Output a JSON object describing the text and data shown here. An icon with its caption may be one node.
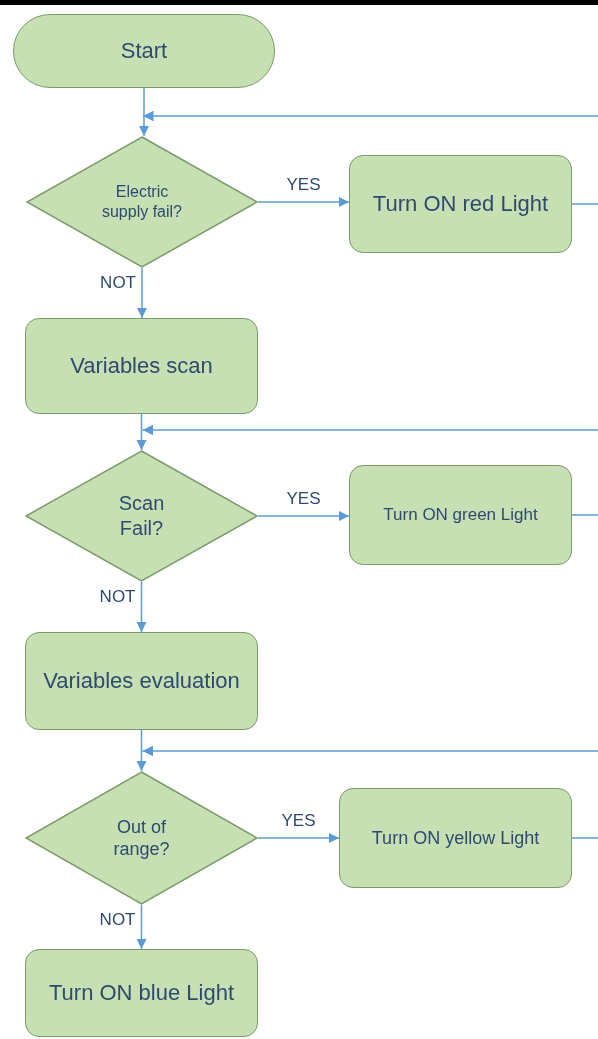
{
  "diagram": {
    "nodes": [
      {
        "text": [
          "Start"
        ]
      },
      {
        "text": [
          "Electric supply fail?"
        ]
      },
      {
        "text": [
          "Turn ON red Light"
        ]
      },
      {
        "text": [
          "Variables scan"
        ]
      },
      {
        "text": [
          "Scan Fail?"
        ]
      },
      {
        "text": [
          "Turn ON green Light"
        ]
      },
      {
        "text": [
          "Variables evaluation"
        ]
      },
      {
        "text": [
          "Out of range?"
        ]
      },
      {
        "text": [
          "Turn ON yellow Light"
        ]
      },
      {
        "text": [
          "Turn ON blue Light"
        ]
      }
    ],
    "edges": [
      {
        "from": 0,
        "to": 1,
        "arrow": "to"
      },
      {
        "from": 1,
        "to": 2,
        "arrow": "to",
        "label": "YES"
      },
      {
        "from": 1,
        "to": 3,
        "arrow": "to",
        "label": "NOT"
      },
      {
        "from": 2,
        "to": null,
        "arrow": "none"
      },
      {
        "from": null,
        "to": 1,
        "arrow": "to"
      },
      {
        "from": 3,
        "to": 4,
        "arrow": "to"
      },
      {
        "from": 4,
        "to": 5,
        "arrow": "to",
        "label": "YES"
      },
      {
        "from": 4,
        "to": 6,
        "arrow": "to",
        "label": "NOT"
      },
      {
        "from": 5,
        "to": null,
        "arrow": "none"
      },
      {
        "from": null,
        "to": 4,
        "arrow": "to"
      },
      {
        "from": 6,
        "to": 7,
        "arrow": "to"
      },
      {
        "from": 7,
        "to": 8,
        "arrow": "to",
        "label": "YES"
      },
      {
        "from": 7,
        "to": 9,
        "arrow": "to",
        "label": "NOT"
      },
      {
        "from": 8,
        "to": null,
        "arrow": "none"
      },
      {
        "from": null,
        "to": 7,
        "arrow": "to"
      }
    ]
  }
}
